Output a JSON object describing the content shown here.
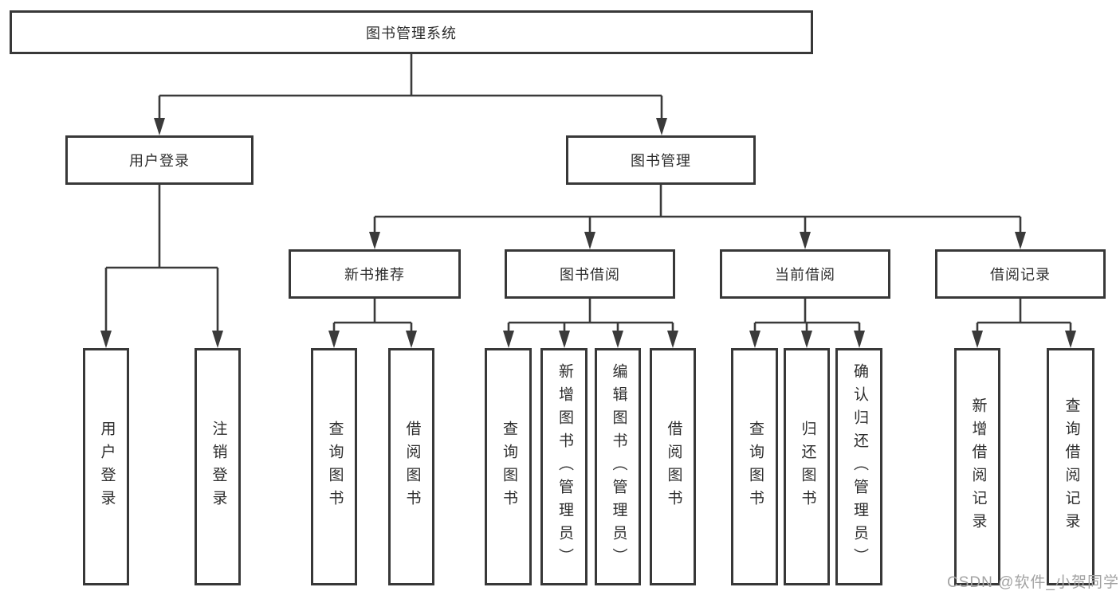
{
  "colors": {
    "line-color": "#3a3a3a",
    "box-border": "#383838",
    "text-color": "#2d2d2d",
    "watermark-color": "#a3a3a3"
  },
  "watermark": "CSDN @软件_小贺同学",
  "tree": {
    "label": "图书管理系统",
    "children": [
      {
        "label": "用户登录",
        "children": [
          {
            "label": "用户登录"
          },
          {
            "label": "注销登录"
          }
        ]
      },
      {
        "label": "图书管理",
        "children": [
          {
            "label": "新书推荐",
            "children": [
              {
                "label": "查询图书"
              },
              {
                "label": "借阅图书"
              }
            ]
          },
          {
            "label": "图书借阅",
            "children": [
              {
                "label": "查询图书"
              },
              {
                "label": "新增图书（管理员）"
              },
              {
                "label": "编辑图书（管理员）"
              },
              {
                "label": "借阅图书"
              }
            ]
          },
          {
            "label": "当前借阅",
            "children": [
              {
                "label": "查询图书"
              },
              {
                "label": "归还图书"
              },
              {
                "label": "确认归还（管理员）"
              }
            ]
          },
          {
            "label": "借阅记录",
            "children": [
              {
                "label": "新增借阅记录"
              },
              {
                "label": "查询借阅记录"
              }
            ]
          }
        ]
      }
    ]
  }
}
